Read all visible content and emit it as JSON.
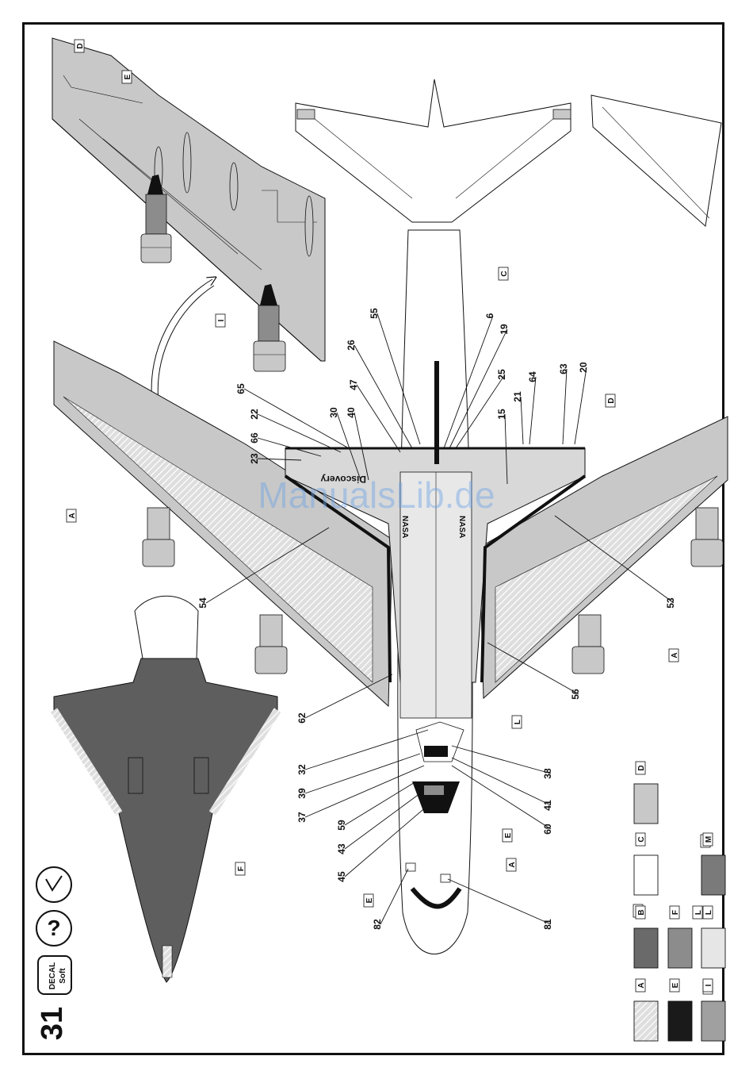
{
  "page_number": "31",
  "decal_can": {
    "line1": "DECAL",
    "line2": "Soft"
  },
  "question_mark": "?",
  "watermark": "ManualsLib.de",
  "shuttle_name": "Discovery",
  "nasa_mark": "NASA",
  "callouts": [
    "55",
    "26",
    "6",
    "19",
    "47",
    "25",
    "30",
    "40",
    "15",
    "21",
    "64",
    "63",
    "20",
    "65",
    "22",
    "66",
    "23",
    "54",
    "53",
    "56",
    "62",
    "32",
    "38",
    "39",
    "41",
    "37",
    "60",
    "59",
    "43",
    "45",
    "82",
    "81"
  ],
  "letter_labels": [
    "D",
    "E",
    "I",
    "A",
    "C",
    "D",
    "L",
    "A",
    "E",
    "A",
    "E",
    "F",
    "M",
    "B",
    "L",
    "I"
  ],
  "legend": {
    "swatches": [
      {
        "code": "D",
        "color": "#c8c8c8",
        "pattern": false
      },
      {
        "code": "C",
        "color": "#ffffff",
        "pattern": false
      },
      {
        "code": "M",
        "color": "#7a7a7a",
        "pattern": false
      },
      {
        "code": "B",
        "color": "#6a6a6a",
        "pattern": false
      },
      {
        "code": "F",
        "color": "#8c8c8c",
        "pattern": false
      },
      {
        "code": "L",
        "color": "#e6e6e6",
        "pattern": false
      },
      {
        "code": "A",
        "color": "#d8d8d8",
        "pattern": true
      },
      {
        "code": "E",
        "color": "#1a1a1a",
        "pattern": false
      },
      {
        "code": "I",
        "color": "#a0a0a0",
        "pattern": false
      }
    ]
  },
  "colors": {
    "wing_gray": "#c8c8c8",
    "underside": "#5e5e5e",
    "line": "#111111",
    "black": "#111111"
  }
}
